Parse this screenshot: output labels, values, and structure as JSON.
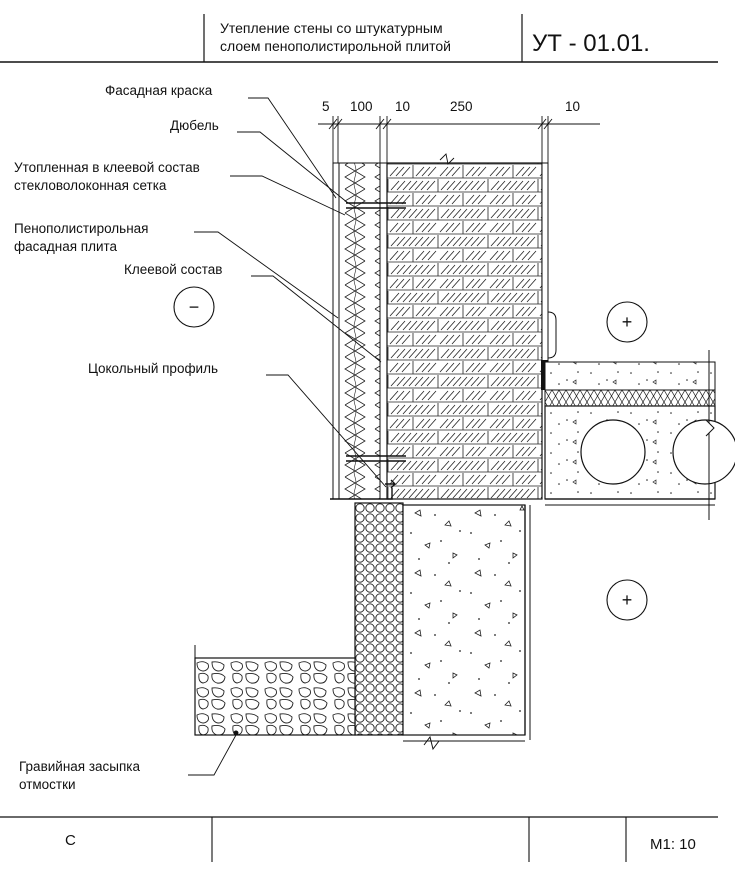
{
  "title_block": {
    "title_line1": "Утепление стены со штукатурным",
    "title_line2": "слоем пенополистирольной плитой",
    "code": "УТ - 01.01."
  },
  "dimensions": {
    "d1": "5",
    "d2": "100",
    "d3": "10",
    "d4": "250",
    "d5": "10"
  },
  "callouts": {
    "paint": "Фасадная краска",
    "dowel": "Дюбель",
    "mesh_line1": "Утопленная в клеевой состав",
    "mesh_line2": "стекловолоконная сетка",
    "board_line1": "Пенополистирольная",
    "board_line2": "фасадная плита",
    "adhesive": "Клеевой состав",
    "plinth": "Цокольный профиль",
    "gravel_line1": "Гравийная засыпка",
    "gravel_line2": "отмостки"
  },
  "zones": {
    "outside": "−",
    "inside_upper": "+",
    "inside_lower": "+"
  },
  "footer": {
    "left": "С",
    "scale": "М1: 10"
  }
}
